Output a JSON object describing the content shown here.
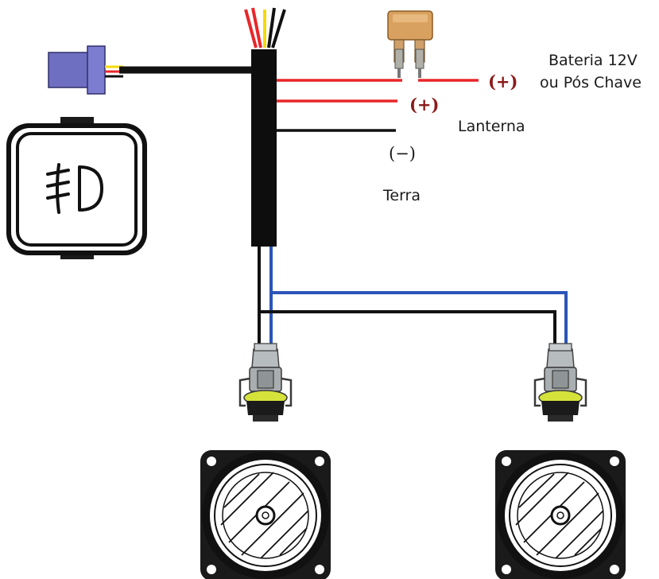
{
  "labels": {
    "battery_line1": "Bateria 12V",
    "battery_line2": "ou Pós Chave",
    "battery_sign": "(+)",
    "lantern": "Lanterna",
    "lantern_sign": "(+)",
    "ground": "Terra",
    "ground_sign": "(−)"
  },
  "colors": {
    "red_wire": "#e8262a",
    "black_wire": "#111111",
    "blue_wire": "#2b55b8",
    "yellow_wire": "#f5d90a",
    "switch_connector": "#6f6fc2",
    "fuse": "#d9a15f",
    "socket_gray": "#a9aeb0",
    "socket_yellow": "#d5e23a"
  },
  "icons": {
    "switch": "fog-light-switch-icon",
    "fuse": "blade-fuse-icon",
    "connector": "switch-plug-icon",
    "lamp": "fog-lamp-icon",
    "socket": "lamp-socket-icon"
  }
}
